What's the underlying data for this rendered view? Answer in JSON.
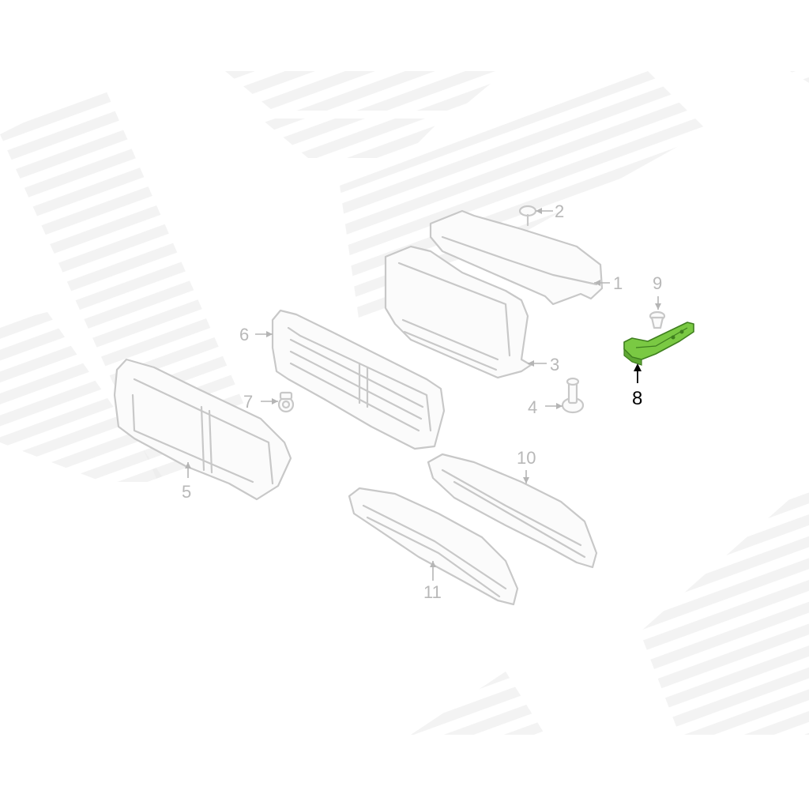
{
  "diagram": {
    "callouts": [
      {
        "id": "1",
        "label": "1",
        "highlighted": false
      },
      {
        "id": "2",
        "label": "2",
        "highlighted": false
      },
      {
        "id": "3",
        "label": "3",
        "highlighted": false
      },
      {
        "id": "4",
        "label": "4",
        "highlighted": false
      },
      {
        "id": "5",
        "label": "5",
        "highlighted": false
      },
      {
        "id": "6",
        "label": "6",
        "highlighted": false
      },
      {
        "id": "7",
        "label": "7",
        "highlighted": false
      },
      {
        "id": "8",
        "label": "8",
        "highlighted": true
      },
      {
        "id": "9",
        "label": "9",
        "highlighted": false
      },
      {
        "id": "10",
        "label": "10",
        "highlighted": false
      },
      {
        "id": "11",
        "label": "11",
        "highlighted": false
      }
    ],
    "colors": {
      "highlight_part": "#7ac943",
      "highlight_outline": "#3f7f1f",
      "line_art": "#c8c8c8",
      "watermark": "#e6e6e6",
      "highlight_label": "#000000"
    }
  }
}
